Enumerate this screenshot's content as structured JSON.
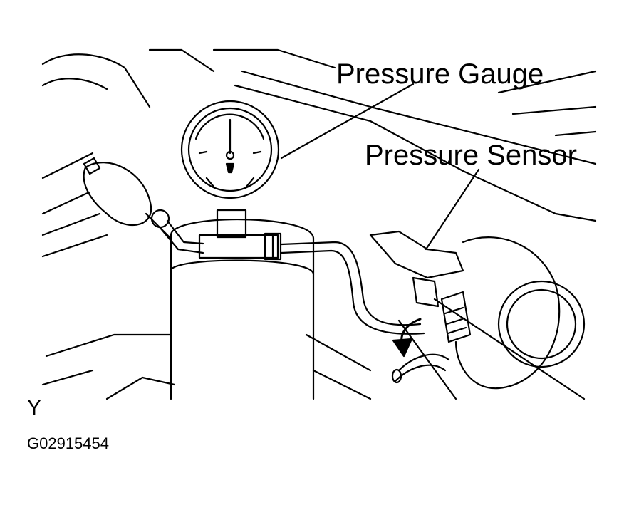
{
  "labels": {
    "pressure_gauge": "Pressure Gauge",
    "pressure_sensor": "Pressure Sensor"
  },
  "view_letter": "Y",
  "figure_code": "G02915454",
  "colors": {
    "ink": "#000000",
    "paper": "#ffffff"
  }
}
